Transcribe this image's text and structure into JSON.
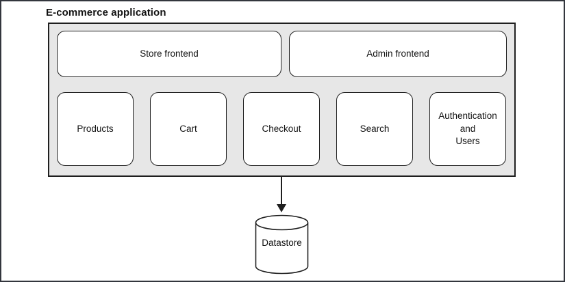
{
  "diagram": {
    "title": "E-commerce application",
    "frontends": [
      {
        "label": "Store frontend"
      },
      {
        "label": "Admin frontend"
      }
    ],
    "modules": [
      {
        "label": "Products"
      },
      {
        "label": "Cart"
      },
      {
        "label": "Checkout"
      },
      {
        "label": "Search"
      },
      {
        "label": "Authentication\nand\nUsers"
      }
    ],
    "datastore": {
      "label": "Datastore",
      "shape": "cylinder"
    },
    "edges": [
      {
        "from": "E-commerce application",
        "to": "Datastore",
        "style": "solid-arrow-down"
      }
    ],
    "colors": {
      "container_fill": "#e7e7e7",
      "node_fill": "#ffffff",
      "stroke": "#1f1f1f",
      "frame": "#33363d",
      "background": "#ffffff"
    }
  }
}
